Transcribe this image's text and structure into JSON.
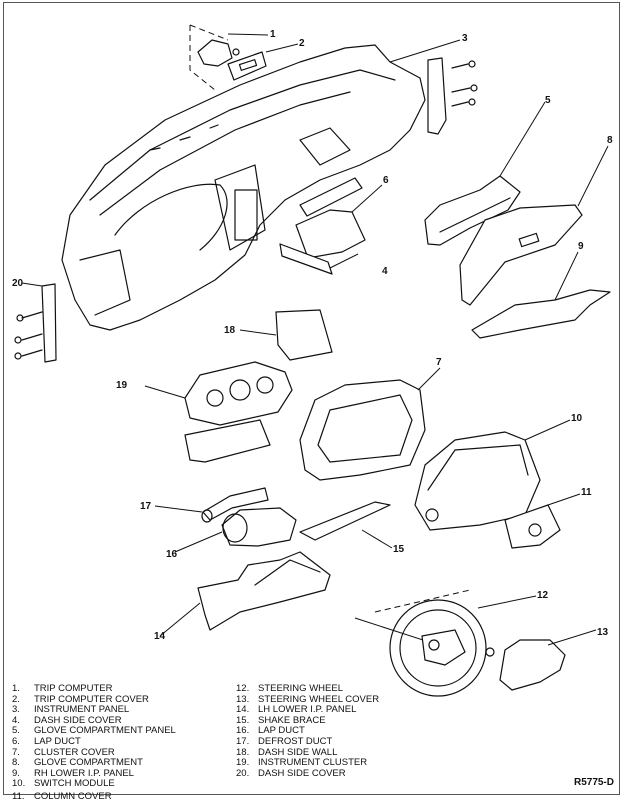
{
  "diagram": {
    "title": "Instrument Panel Exploded View",
    "figure_code": "R5775-D",
    "callouts": [
      "1",
      "2",
      "3",
      "4",
      "5",
      "6",
      "7",
      "8",
      "9",
      "10",
      "11",
      "12",
      "13",
      "14",
      "15",
      "16",
      "17",
      "18",
      "19",
      "20"
    ]
  },
  "legend": {
    "left": [
      {
        "num": "1.",
        "label": "TRIP COMPUTER"
      },
      {
        "num": "2.",
        "label": "TRIP COMPUTER COVER"
      },
      {
        "num": "3.",
        "label": "INSTRUMENT PANEL"
      },
      {
        "num": "4.",
        "label": "DASH SIDE COVER"
      },
      {
        "num": "5.",
        "label": "GLOVE COMPARTMENT PANEL"
      },
      {
        "num": "6.",
        "label": "LAP DUCT"
      },
      {
        "num": "7.",
        "label": "CLUSTER COVER"
      },
      {
        "num": "8.",
        "label": "GLOVE COMPARTMENT"
      },
      {
        "num": "9.",
        "label": "RH LOWER I.P. PANEL"
      },
      {
        "num": "10.",
        "label": "SWITCH MODULE"
      },
      {
        "num": "11.",
        "label": "COLUMN COVER"
      }
    ],
    "right": [
      {
        "num": "12.",
        "label": "STEERING WHEEL"
      },
      {
        "num": "13.",
        "label": "STEERING WHEEL COVER"
      },
      {
        "num": "14.",
        "label": "LH LOWER I.P. PANEL"
      },
      {
        "num": "15.",
        "label": "SHAKE BRACE"
      },
      {
        "num": "16.",
        "label": "LAP DUCT"
      },
      {
        "num": "17.",
        "label": "DEFROST DUCT"
      },
      {
        "num": "18.",
        "label": "DASH SIDE WALL"
      },
      {
        "num": "19.",
        "label": "INSTRUMENT CLUSTER"
      },
      {
        "num": "20.",
        "label": "DASH SIDE COVER"
      }
    ]
  }
}
